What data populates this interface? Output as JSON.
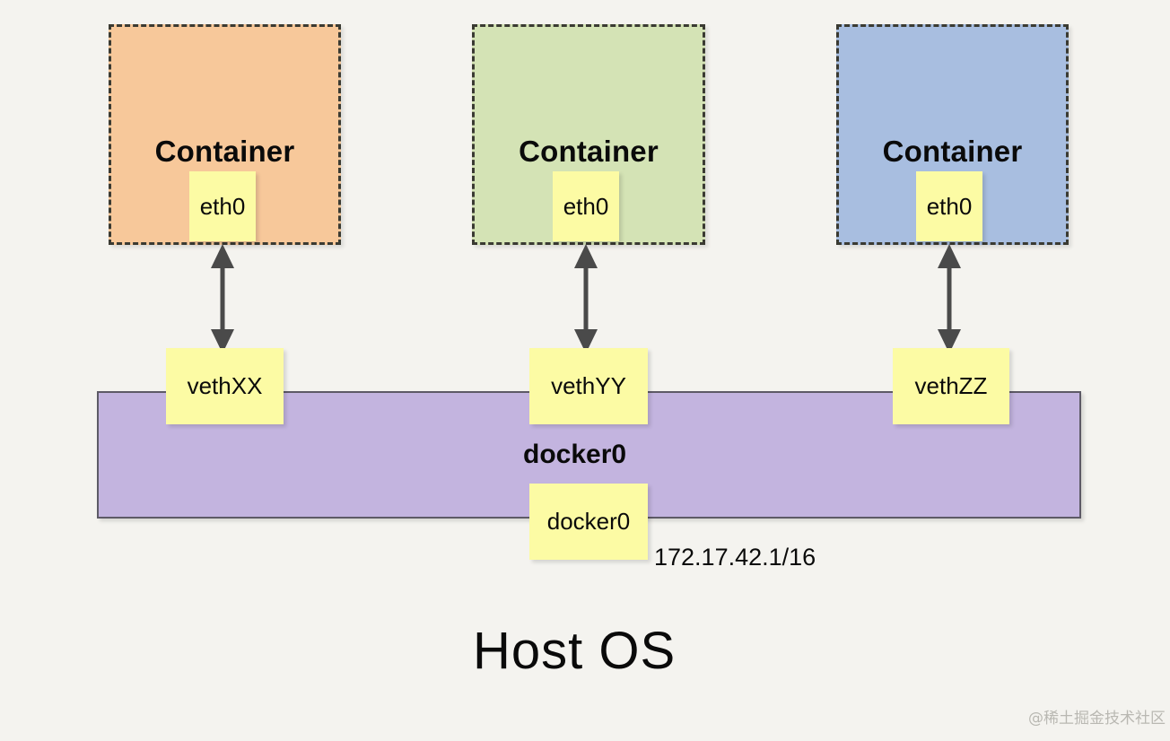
{
  "diagram": {
    "title_caption": "Host OS",
    "watermark": "@稀土掘金技术社区",
    "background_color": "#f4f3ef"
  },
  "containers": [
    {
      "label": "Container",
      "fill": "#f7c89a",
      "border_style": "dashed",
      "border_color": "#3a3a32",
      "interface": {
        "label": "eth0",
        "fill": "#fcfba4"
      }
    },
    {
      "label": "Container",
      "fill": "#d4e3b5",
      "border_style": "dashed",
      "border_color": "#3a3a32",
      "interface": {
        "label": "eth0",
        "fill": "#fcfba4"
      }
    },
    {
      "label": "Container",
      "fill": "#a8bee0",
      "border_style": "dashed",
      "border_color": "#3a3a32",
      "interface": {
        "label": "eth0",
        "fill": "#fcfba4"
      }
    }
  ],
  "bridge": {
    "title": "docker0",
    "fill": "#c3b4df",
    "border_color": "#5d5a66",
    "ip_address": "172.17.42.1/16",
    "self_interface": {
      "label": "docker0",
      "fill": "#fcfba4"
    },
    "veth_interfaces": [
      {
        "label": "vethXX",
        "fill": "#fcfba4"
      },
      {
        "label": "vethYY",
        "fill": "#fcfba4"
      },
      {
        "label": "vethZZ",
        "fill": "#fcfba4"
      }
    ]
  },
  "links": [
    {
      "from": "eth0",
      "to": "vethXX",
      "style": "double-headed-arrow",
      "color": "#4a4a4a"
    },
    {
      "from": "eth0",
      "to": "vethYY",
      "style": "double-headed-arrow",
      "color": "#4a4a4a"
    },
    {
      "from": "eth0",
      "to": "vethZZ",
      "style": "double-headed-arrow",
      "color": "#4a4a4a"
    }
  ]
}
